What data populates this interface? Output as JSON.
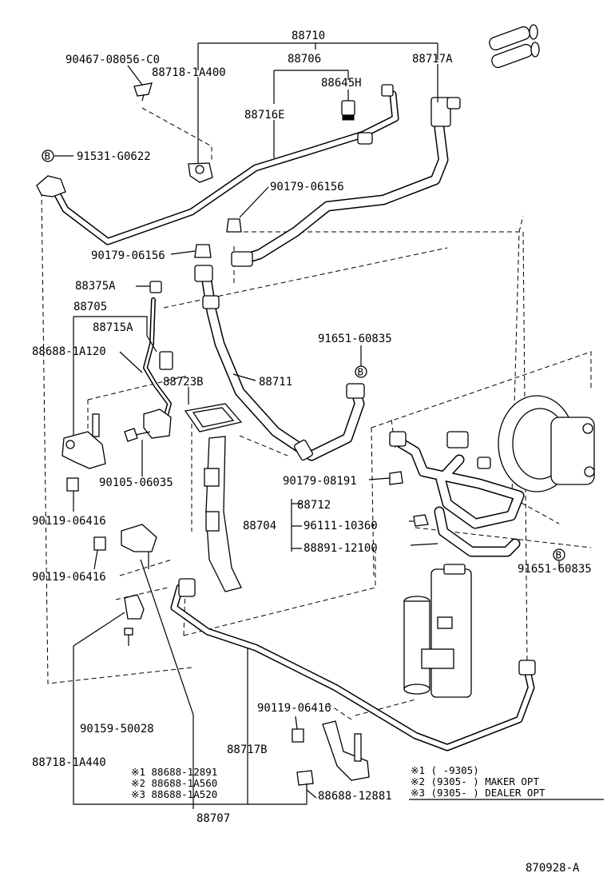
{
  "labels": {
    "p88710": "88710",
    "p88706": "88706",
    "p88717A": "88717A",
    "p90467": "90467-08056-C0",
    "p88718_1A400": "88718-1A400",
    "p88645H": "88645H",
    "p88716E": "88716E",
    "p91531": "91531-G0622",
    "p90179_06156a": "90179-06156",
    "p90179_06156b": "90179-06156",
    "p88375A": "88375A",
    "p88705": "88705",
    "p88715A": "88715A",
    "p88688_1A120": "88688-1A120",
    "p91651_60835a": "91651-60835",
    "p88723B": "88723B",
    "p88711": "88711",
    "p90105": "90105-06035",
    "p90179_08191": "90179-08191",
    "p90119_06416a": "90119-06416",
    "p88712": "88712",
    "p88704": "88704",
    "p96111": "96111-10360",
    "p88891": "88891-12100",
    "p90119_06416b": "90119-06416",
    "p91651_60835b": "91651-60835",
    "p90159": "90159-50028",
    "p90119_06416c": "90119-06416",
    "p88717B": "88717B",
    "p88718_1A440": "88718-1A440",
    "p88688_12891": "※1  88688-12891",
    "p88688_1A560": "※2  88688-1A560",
    "p88688_1A520": "※3  88688-1A520",
    "p88688_12881": "88688-12881",
    "p88707": "88707",
    "drawing_no": "870928-A"
  },
  "legend": {
    "row1": "※1  (      -9305)",
    "row2": "※2  (9305-      )  MAKER OPT",
    "row3": "※3  (9305-      )  DEALER OPT"
  },
  "symbol_b": "B"
}
